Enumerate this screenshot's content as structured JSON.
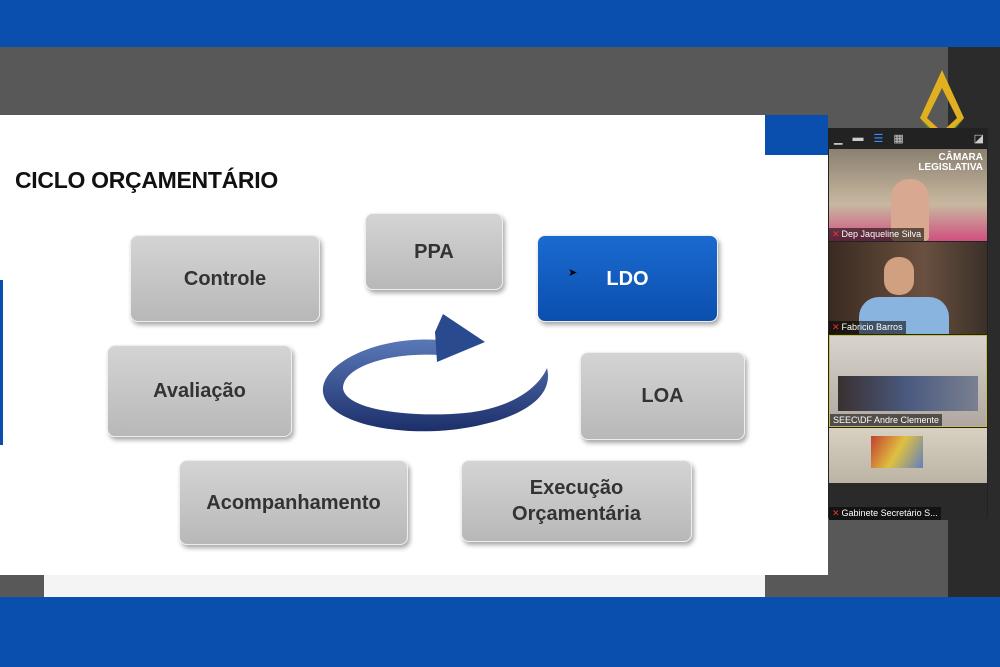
{
  "slide": {
    "title": "CICLO ORÇAMENTÁRIO",
    "boxes": {
      "controle": "Controle",
      "ppa": "PPA",
      "ldo": "LDO",
      "avaliacao": "Avaliação",
      "loa": "LOA",
      "acompanhamento": "Acompanhamento",
      "execucao_1": "Execução",
      "execucao_2": "Orçamentária"
    }
  },
  "logo": {
    "text": "CÂMARA LEGISLATIVA DISTRITO FEDERAL"
  },
  "participants": [
    {
      "name": "Dep Jaqueline Silva"
    },
    {
      "name": "Fabricio Barros"
    },
    {
      "name": "SEEC\\DF Andre Clemente"
    },
    {
      "name": "Gabinete Secretário S..."
    }
  ],
  "colors": {
    "brand": "#0b4fae"
  }
}
